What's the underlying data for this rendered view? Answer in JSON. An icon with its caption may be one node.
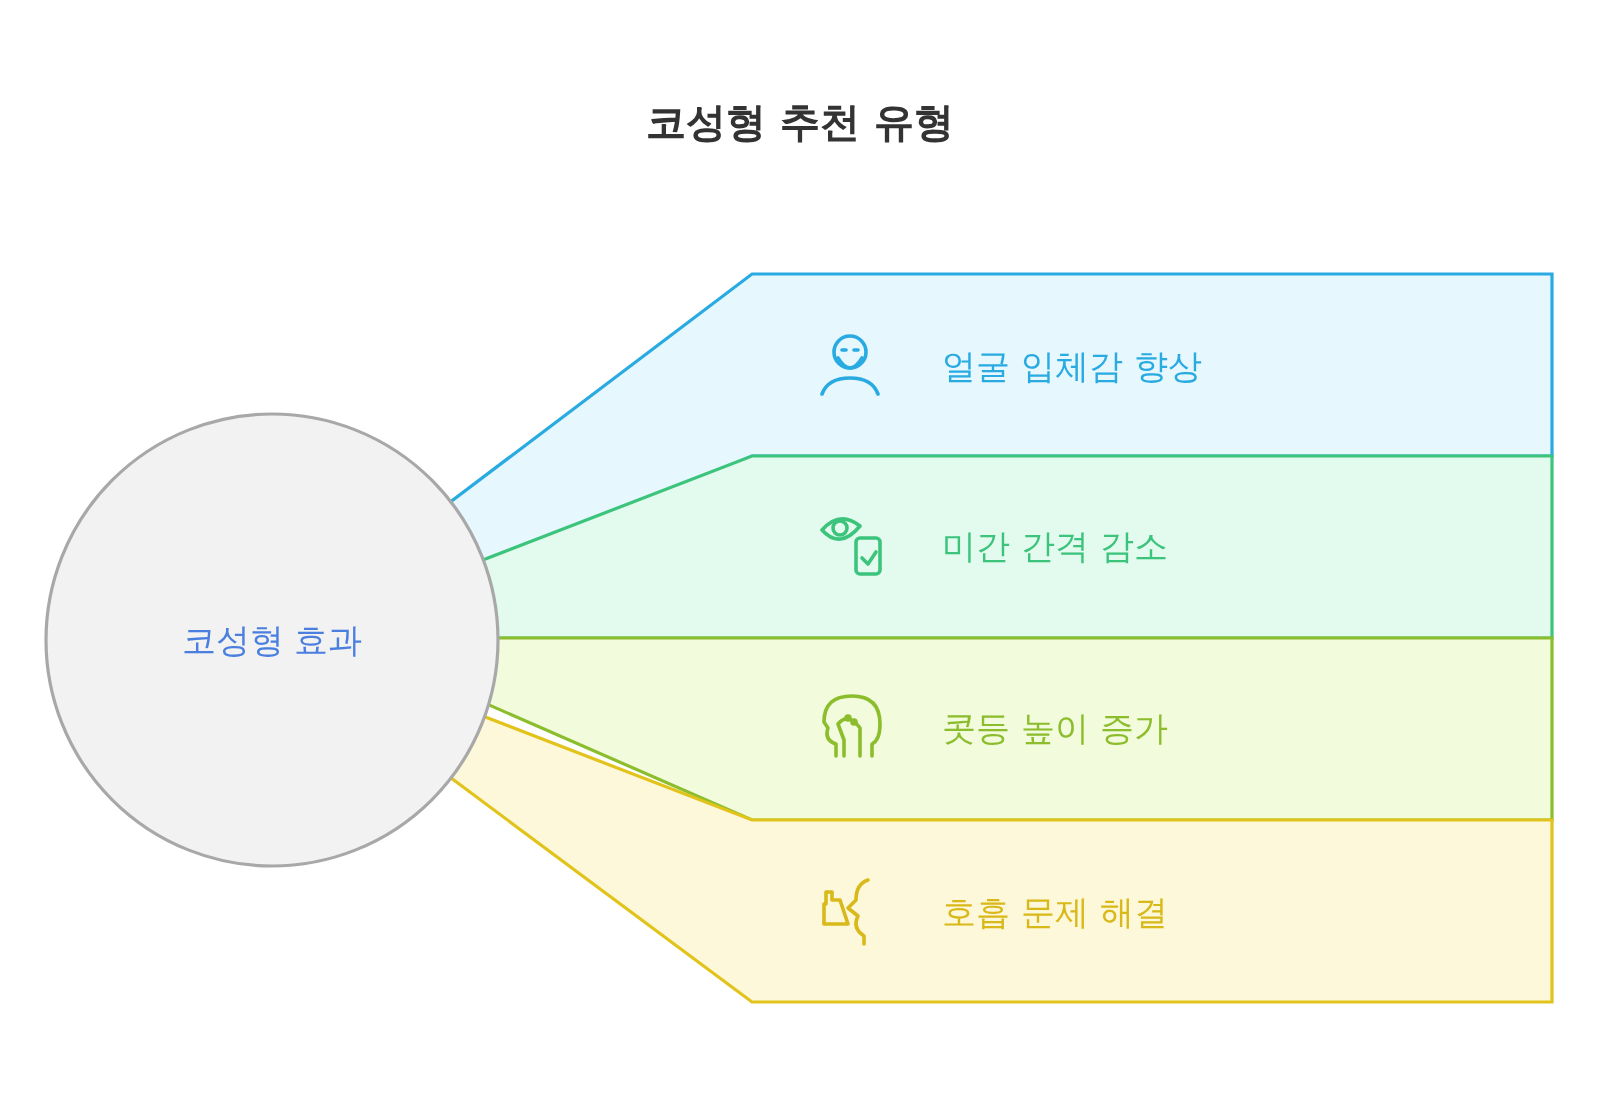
{
  "diagram": {
    "title": "코성형 추천 유형",
    "nodes": [
      {
        "text": [
          "코성형 효과"
        ]
      },
      {
        "text": [
          "얼굴 입체감 향상"
        ]
      },
      {
        "text": [
          "미간 간격 감소"
        ]
      },
      {
        "text": [
          "콧등 높이 증가"
        ]
      },
      {
        "text": [
          "호흡 문제 해결"
        ]
      }
    ]
  }
}
